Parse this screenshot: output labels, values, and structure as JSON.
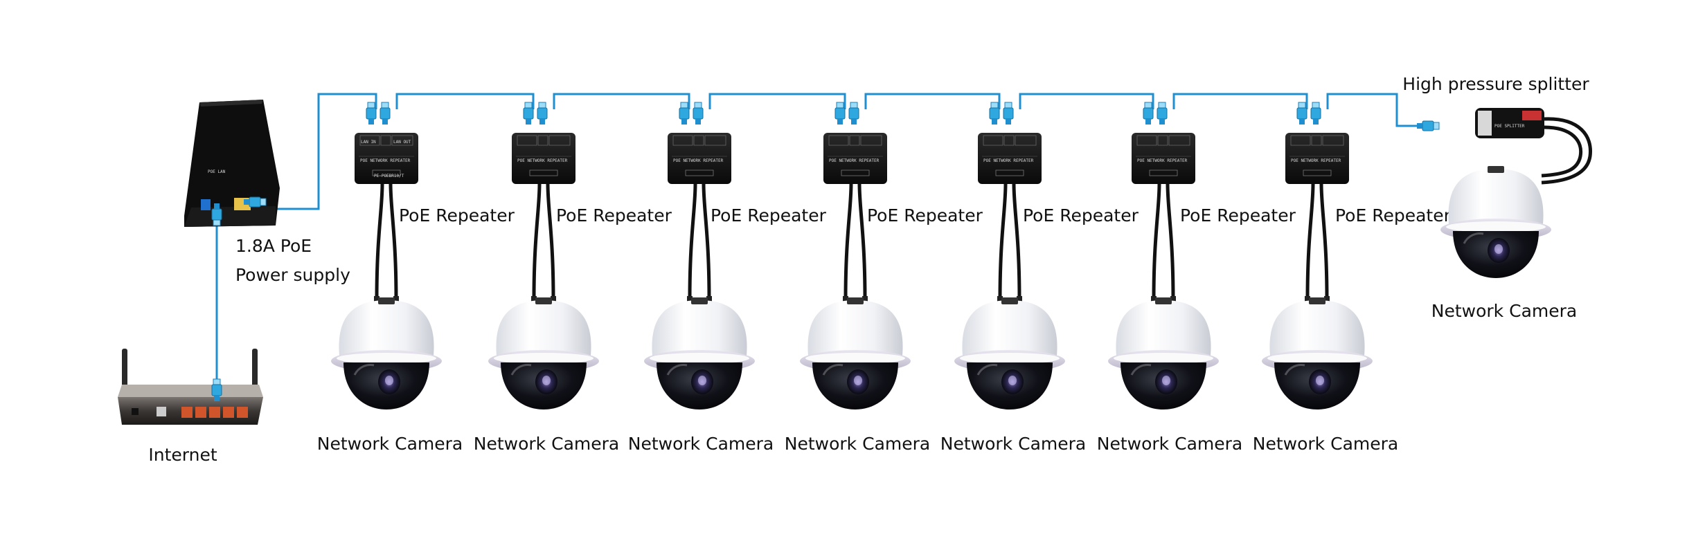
{
  "diagram": {
    "power_supply_label_line1": "1.8A PoE",
    "power_supply_label_line2": "Power supply",
    "router_label": "Internet",
    "splitter_label": "High pressure splitter",
    "end_camera_label": "Network Camera",
    "repeater_device_text": "POE NETWORK REPEATER",
    "repeater_port_in": "LAN IN",
    "repeater_port_out": "LAN OUT",
    "repeater_model": "PE-POEBR10/T",
    "power_supply_device_text": "POE  LAN",
    "splitter_device_text": "POE SPLITTER",
    "repeaters": [
      {
        "label": "PoE Repeater",
        "camera_label": "Network Camera"
      },
      {
        "label": "PoE Repeater",
        "camera_label": "Network Camera"
      },
      {
        "label": "PoE Repeater",
        "camera_label": "Network Camera"
      },
      {
        "label": "PoE Repeater",
        "camera_label": "Network Camera"
      },
      {
        "label": "PoE Repeater",
        "camera_label": "Network Camera"
      },
      {
        "label": "PoE Repeater",
        "camera_label": "Network Camera"
      },
      {
        "label": "PoE Repeater",
        "camera_label": "Network Camera"
      }
    ],
    "colors": {
      "cable": "#1f8fd0",
      "connector": "#2fa8e0",
      "device": "#141414",
      "dome": "#f2f3f6",
      "lens": "#0e0f14",
      "label": "#111111"
    }
  }
}
